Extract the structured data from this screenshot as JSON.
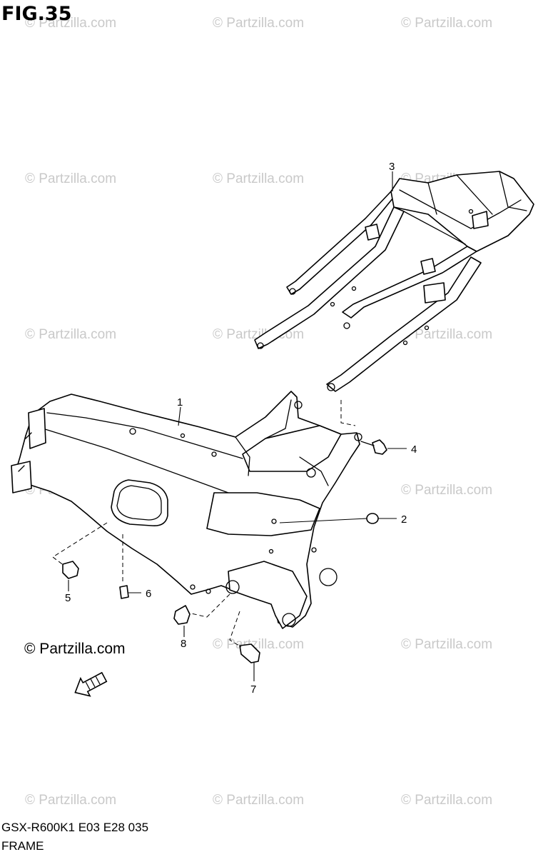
{
  "figure": {
    "title": "FIG.35"
  },
  "watermark": "© Partzilla.com",
  "copyright": "© Partzilla.com",
  "callouts": {
    "p1": "1",
    "p2": "2",
    "p3": "3",
    "p4": "4",
    "p5": "5",
    "p6": "6",
    "p7": "7",
    "p8": "8"
  },
  "footer": {
    "model_code": "GSX-R600K1 E03 E28  035",
    "section_name": "FRAME"
  },
  "icons": {
    "direction_arrow": "fwd-arrow-icon"
  }
}
